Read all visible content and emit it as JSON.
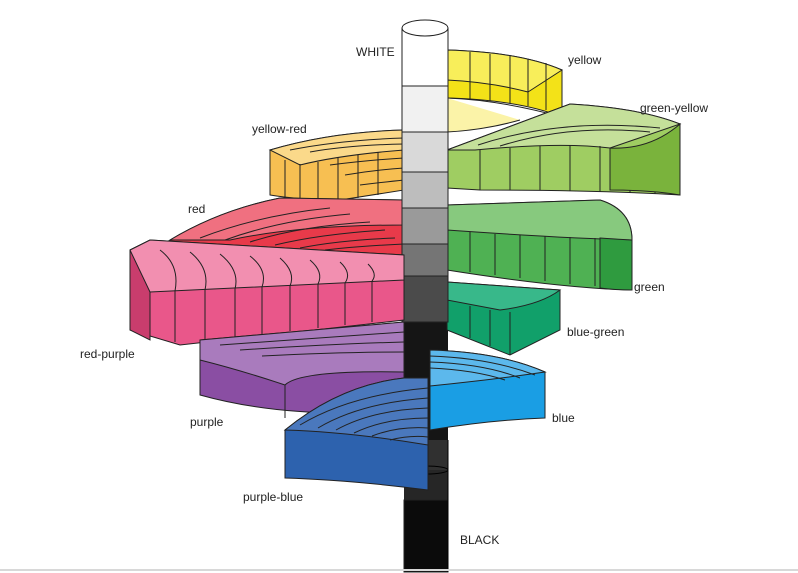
{
  "labels": {
    "white": "WHITE",
    "black": "BLACK",
    "yellow": "yellow",
    "green_yellow": "green-yellow",
    "yellow_red": "yellow-red",
    "red": "red",
    "green": "green",
    "blue_green": "blue-green",
    "red_purple": "red-purple",
    "purple": "purple",
    "blue": "blue",
    "purple_blue": "purple-blue"
  },
  "hues": {
    "yellow": "#f6ea1c",
    "green_yellow": "#78b73b",
    "yellow_red": "#f6b53c",
    "red": "#e21e3a",
    "green": "#32a54a",
    "blue_green": "#12a878",
    "red_purple": "#df2e6c",
    "purple": "#7d3f98",
    "blue": "#1d9fe2",
    "purple_blue": "#2a5da8"
  }
}
